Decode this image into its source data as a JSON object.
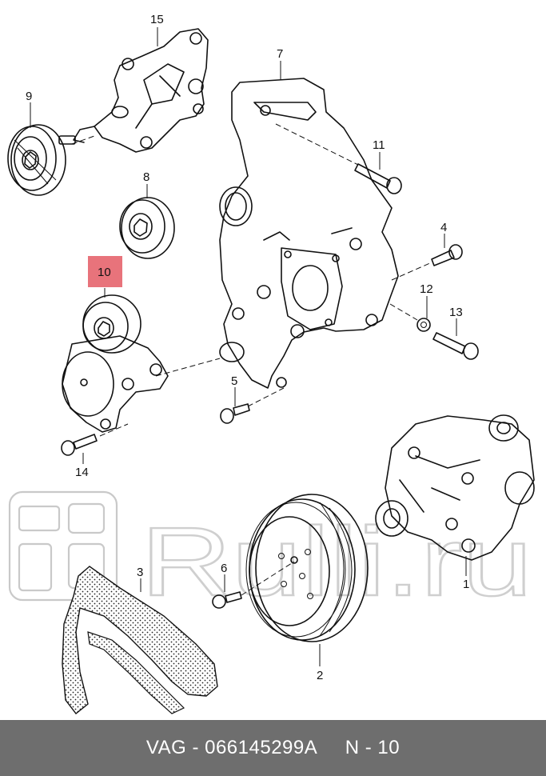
{
  "footer": {
    "text": "VAG - 066145299A     N - 10",
    "background": "#6e6e6e",
    "color": "#ffffff"
  },
  "highlight": {
    "color": "#e8737b"
  },
  "watermark": {
    "text": "Rulli.ru"
  },
  "parts": [
    {
      "id": "p1",
      "label": "1"
    },
    {
      "id": "p2",
      "label": "2"
    },
    {
      "id": "p3",
      "label": "3"
    },
    {
      "id": "p4",
      "label": "4"
    },
    {
      "id": "p5",
      "label": "5"
    },
    {
      "id": "p6",
      "label": "6"
    },
    {
      "id": "p7",
      "label": "7"
    },
    {
      "id": "p8",
      "label": "8"
    },
    {
      "id": "p9",
      "label": "9"
    },
    {
      "id": "p10",
      "label": "10",
      "highlighted": true
    },
    {
      "id": "p11",
      "label": "11"
    },
    {
      "id": "p12",
      "label": "12"
    },
    {
      "id": "p13",
      "label": "13"
    },
    {
      "id": "p14",
      "label": "14"
    },
    {
      "id": "p15",
      "label": "15"
    }
  ]
}
